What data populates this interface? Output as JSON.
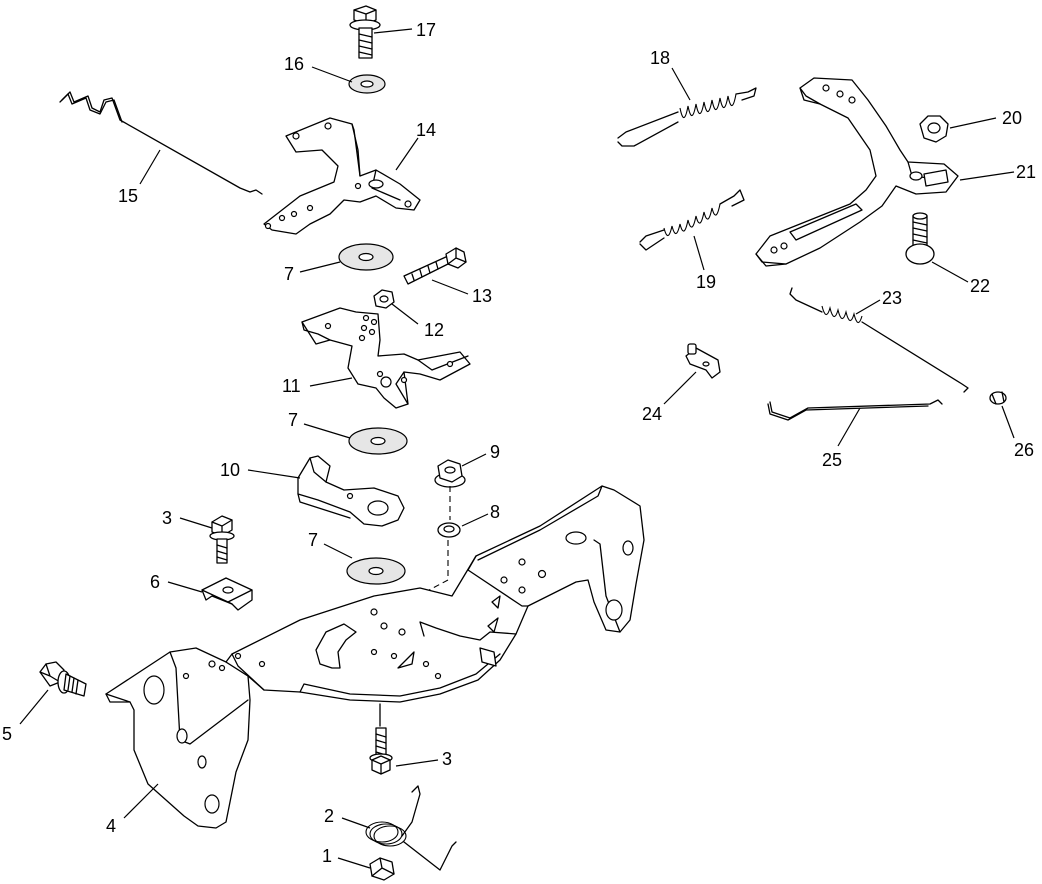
{
  "callouts": [
    {
      "id": "c17",
      "label": "17"
    },
    {
      "id": "c16",
      "label": "16"
    },
    {
      "id": "c15",
      "label": "15"
    },
    {
      "id": "c14",
      "label": "14"
    },
    {
      "id": "c7a",
      "label": "7"
    },
    {
      "id": "c13",
      "label": "13"
    },
    {
      "id": "c12",
      "label": "12"
    },
    {
      "id": "c11",
      "label": "11"
    },
    {
      "id": "c7b",
      "label": "7"
    },
    {
      "id": "c10",
      "label": "10"
    },
    {
      "id": "c9",
      "label": "9"
    },
    {
      "id": "c8",
      "label": "8"
    },
    {
      "id": "c3a",
      "label": "3"
    },
    {
      "id": "c6",
      "label": "6"
    },
    {
      "id": "c7c",
      "label": "7"
    },
    {
      "id": "c5",
      "label": "5"
    },
    {
      "id": "c4",
      "label": "4"
    },
    {
      "id": "c3b",
      "label": "3"
    },
    {
      "id": "c2",
      "label": "2"
    },
    {
      "id": "c1",
      "label": "1"
    },
    {
      "id": "c18",
      "label": "18"
    },
    {
      "id": "c19",
      "label": "19"
    },
    {
      "id": "c20",
      "label": "20"
    },
    {
      "id": "c21",
      "label": "21"
    },
    {
      "id": "c22",
      "label": "22"
    },
    {
      "id": "c23",
      "label": "23"
    },
    {
      "id": "c24",
      "label": "24"
    },
    {
      "id": "c25",
      "label": "25"
    },
    {
      "id": "c26",
      "label": "26"
    }
  ]
}
